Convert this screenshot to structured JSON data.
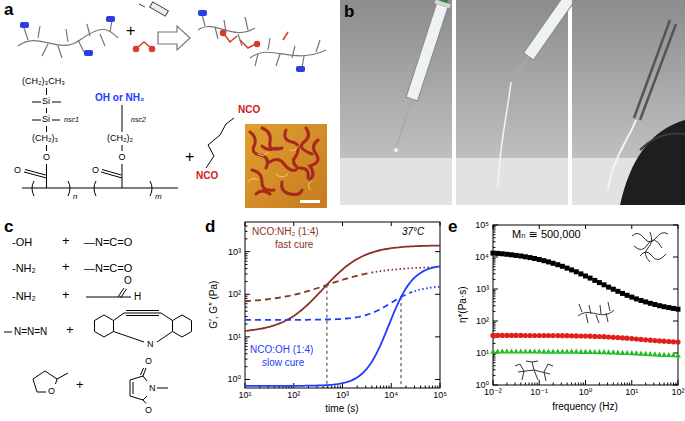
{
  "diagram": {
    "labels": [
      "a",
      "+",
      "(CH₂)₃CH₃",
      "Si",
      "nsc1",
      "Si",
      "(CH₂)₃",
      "O",
      "O",
      "OH or NH₂",
      "(CH₂)₂",
      "nsc2",
      "O",
      "O",
      "n",
      "m",
      "+",
      "NCO",
      "NCO",
      "b",
      "c",
      "-OH",
      "+",
      "—N=C=O",
      "-NH₂",
      "+",
      "—N=C=O",
      "-NH₂",
      "+",
      "O",
      "H",
      "N=N=N",
      "+",
      "N",
      "O",
      "+",
      "O",
      "N",
      "O",
      "d",
      "37°C",
      "NCO:NH₂ (1:4)",
      "fast cure",
      "NCO:OH (1:4)",
      "slow cure",
      "10¹",
      "10²",
      "10³",
      "10⁴",
      "10⁵",
      "10⁰",
      "10¹",
      "10²",
      "10³",
      "G′, G″ (Pa)",
      "time (s)",
      "e",
      "Mₙ ≅ 500,000",
      "10⁻²",
      "10⁻¹",
      "10⁰",
      "10¹",
      "10²",
      "10⁰",
      "10¹",
      "10²",
      "10³",
      "10⁴",
      "10⁵",
      "η*(Pa·s)",
      "frequency (Hz)"
    ]
  }
}
